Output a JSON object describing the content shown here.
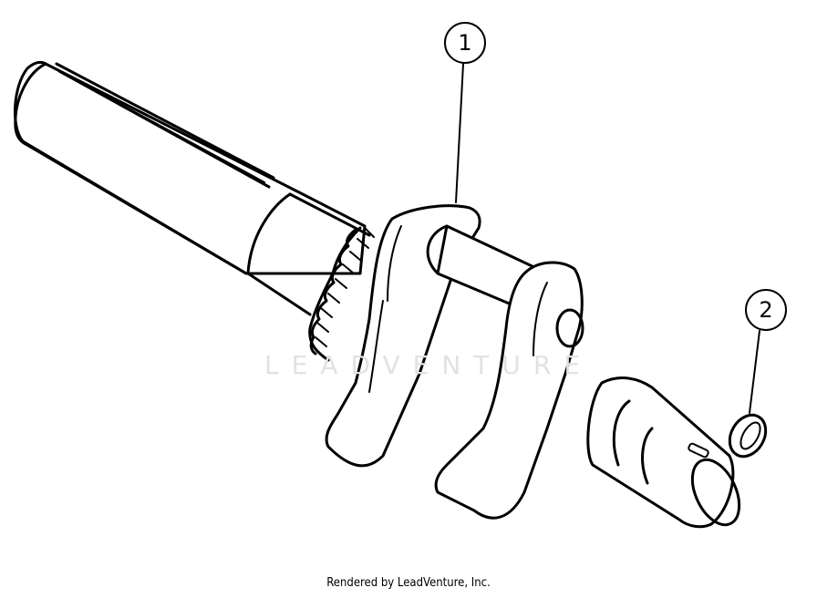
{
  "diagram": {
    "subject": "crankshaft",
    "callouts": [
      {
        "id": "1",
        "label": "1",
        "part": "crankshaft"
      },
      {
        "id": "2",
        "label": "2",
        "part": "key / ring"
      }
    ],
    "watermark": "LEADVENTURE",
    "footer": "Rendered by LeadVenture, Inc.",
    "colors": {
      "line": "#000000",
      "background": "#ffffff",
      "watermark": "#e2e2e2"
    }
  }
}
